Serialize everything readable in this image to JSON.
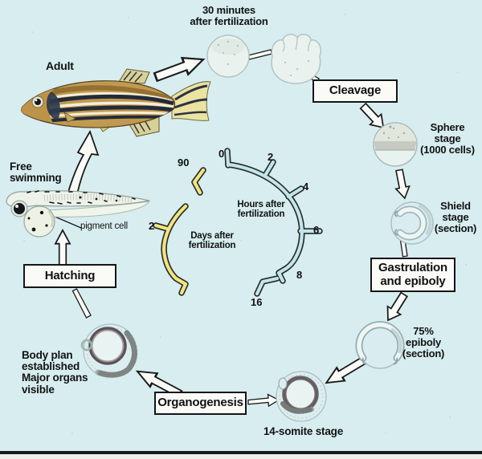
{
  "stage_labels": {
    "thirty_min": "30 minutes\nafter fertilization",
    "adult": "Adult",
    "sphere": "Sphere\nstage\n(1000 cells)",
    "shield": "Shield\nstage\n(section)",
    "epiboly": "75%\nepiboly\n(section)",
    "somite": "14-somite stage",
    "body_plan": "Body plan\nestablished\nMajor organs\nvisible",
    "free_swimming": "Free\nswimming",
    "pigment_cell": "pigment cell"
  },
  "process_boxes": {
    "cleavage": "Cleavage",
    "gastrulation": "Gastrulation\nand epiboly",
    "organogenesis": "Organogenesis",
    "hatching": "Hatching"
  },
  "clock": {
    "hours_axis_label": "Hours after\nfertilization",
    "days_axis_label": "Days after\nfertilization",
    "hours_ticks": [
      "0",
      "2",
      "4",
      "6",
      "8",
      "16"
    ],
    "days_ticks": [
      "2",
      "90"
    ],
    "hours_arc_color": "#c0e6ea",
    "days_arc_color": "#f2e47e"
  },
  "colors": {
    "background": "#d7edf0",
    "box_fill": "#fafbf7",
    "outline": "#1a1a1a",
    "embryo_fill": "#e9f2ee",
    "fish_body": "#c09a50",
    "fish_stripe_dark": "#232a3a",
    "fish_stripe_light": "#f4eed8"
  }
}
